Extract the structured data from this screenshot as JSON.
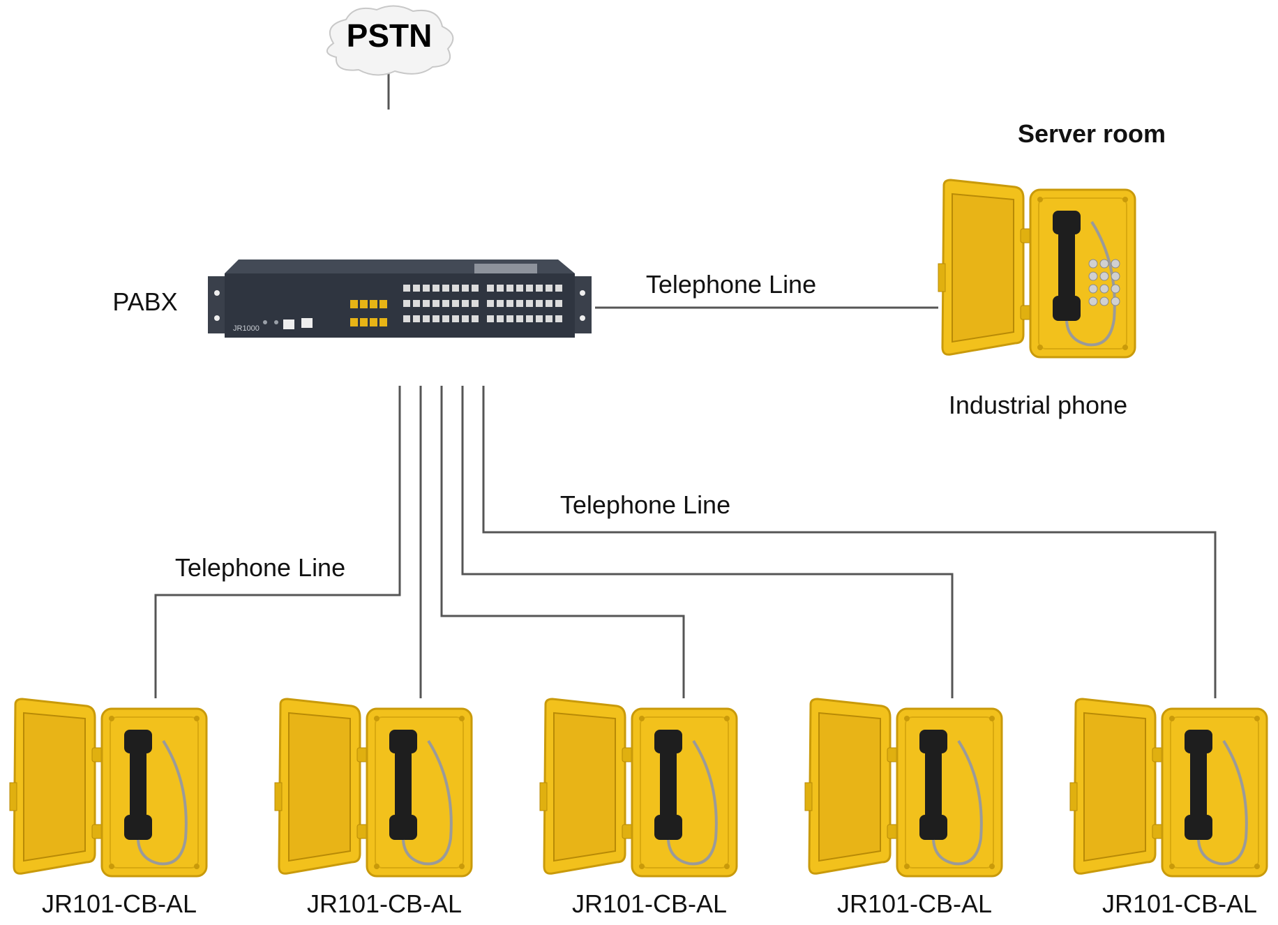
{
  "cloud": {
    "label": "PSTN"
  },
  "pabx": {
    "label": "PABX",
    "model": "JR1000"
  },
  "server_room": {
    "title": "Server room",
    "device_label": "Industrial phone"
  },
  "links": {
    "server": "Telephone Line",
    "bottom_left": "Telephone Line",
    "bottom_right": "Telephone Line"
  },
  "phones": [
    {
      "model": "JR101-CB-AL"
    },
    {
      "model": "JR101-CB-AL"
    },
    {
      "model": "JR101-CB-AL"
    },
    {
      "model": "JR101-CB-AL"
    },
    {
      "model": "JR101-CB-AL"
    }
  ],
  "colors": {
    "phone_yellow": "#F2C11C",
    "phone_shadow": "#C99A0A",
    "handset": "#1E1E1E",
    "pabx_body": "#2F3540",
    "port_yellow": "#E7B416",
    "line": "#555555"
  }
}
